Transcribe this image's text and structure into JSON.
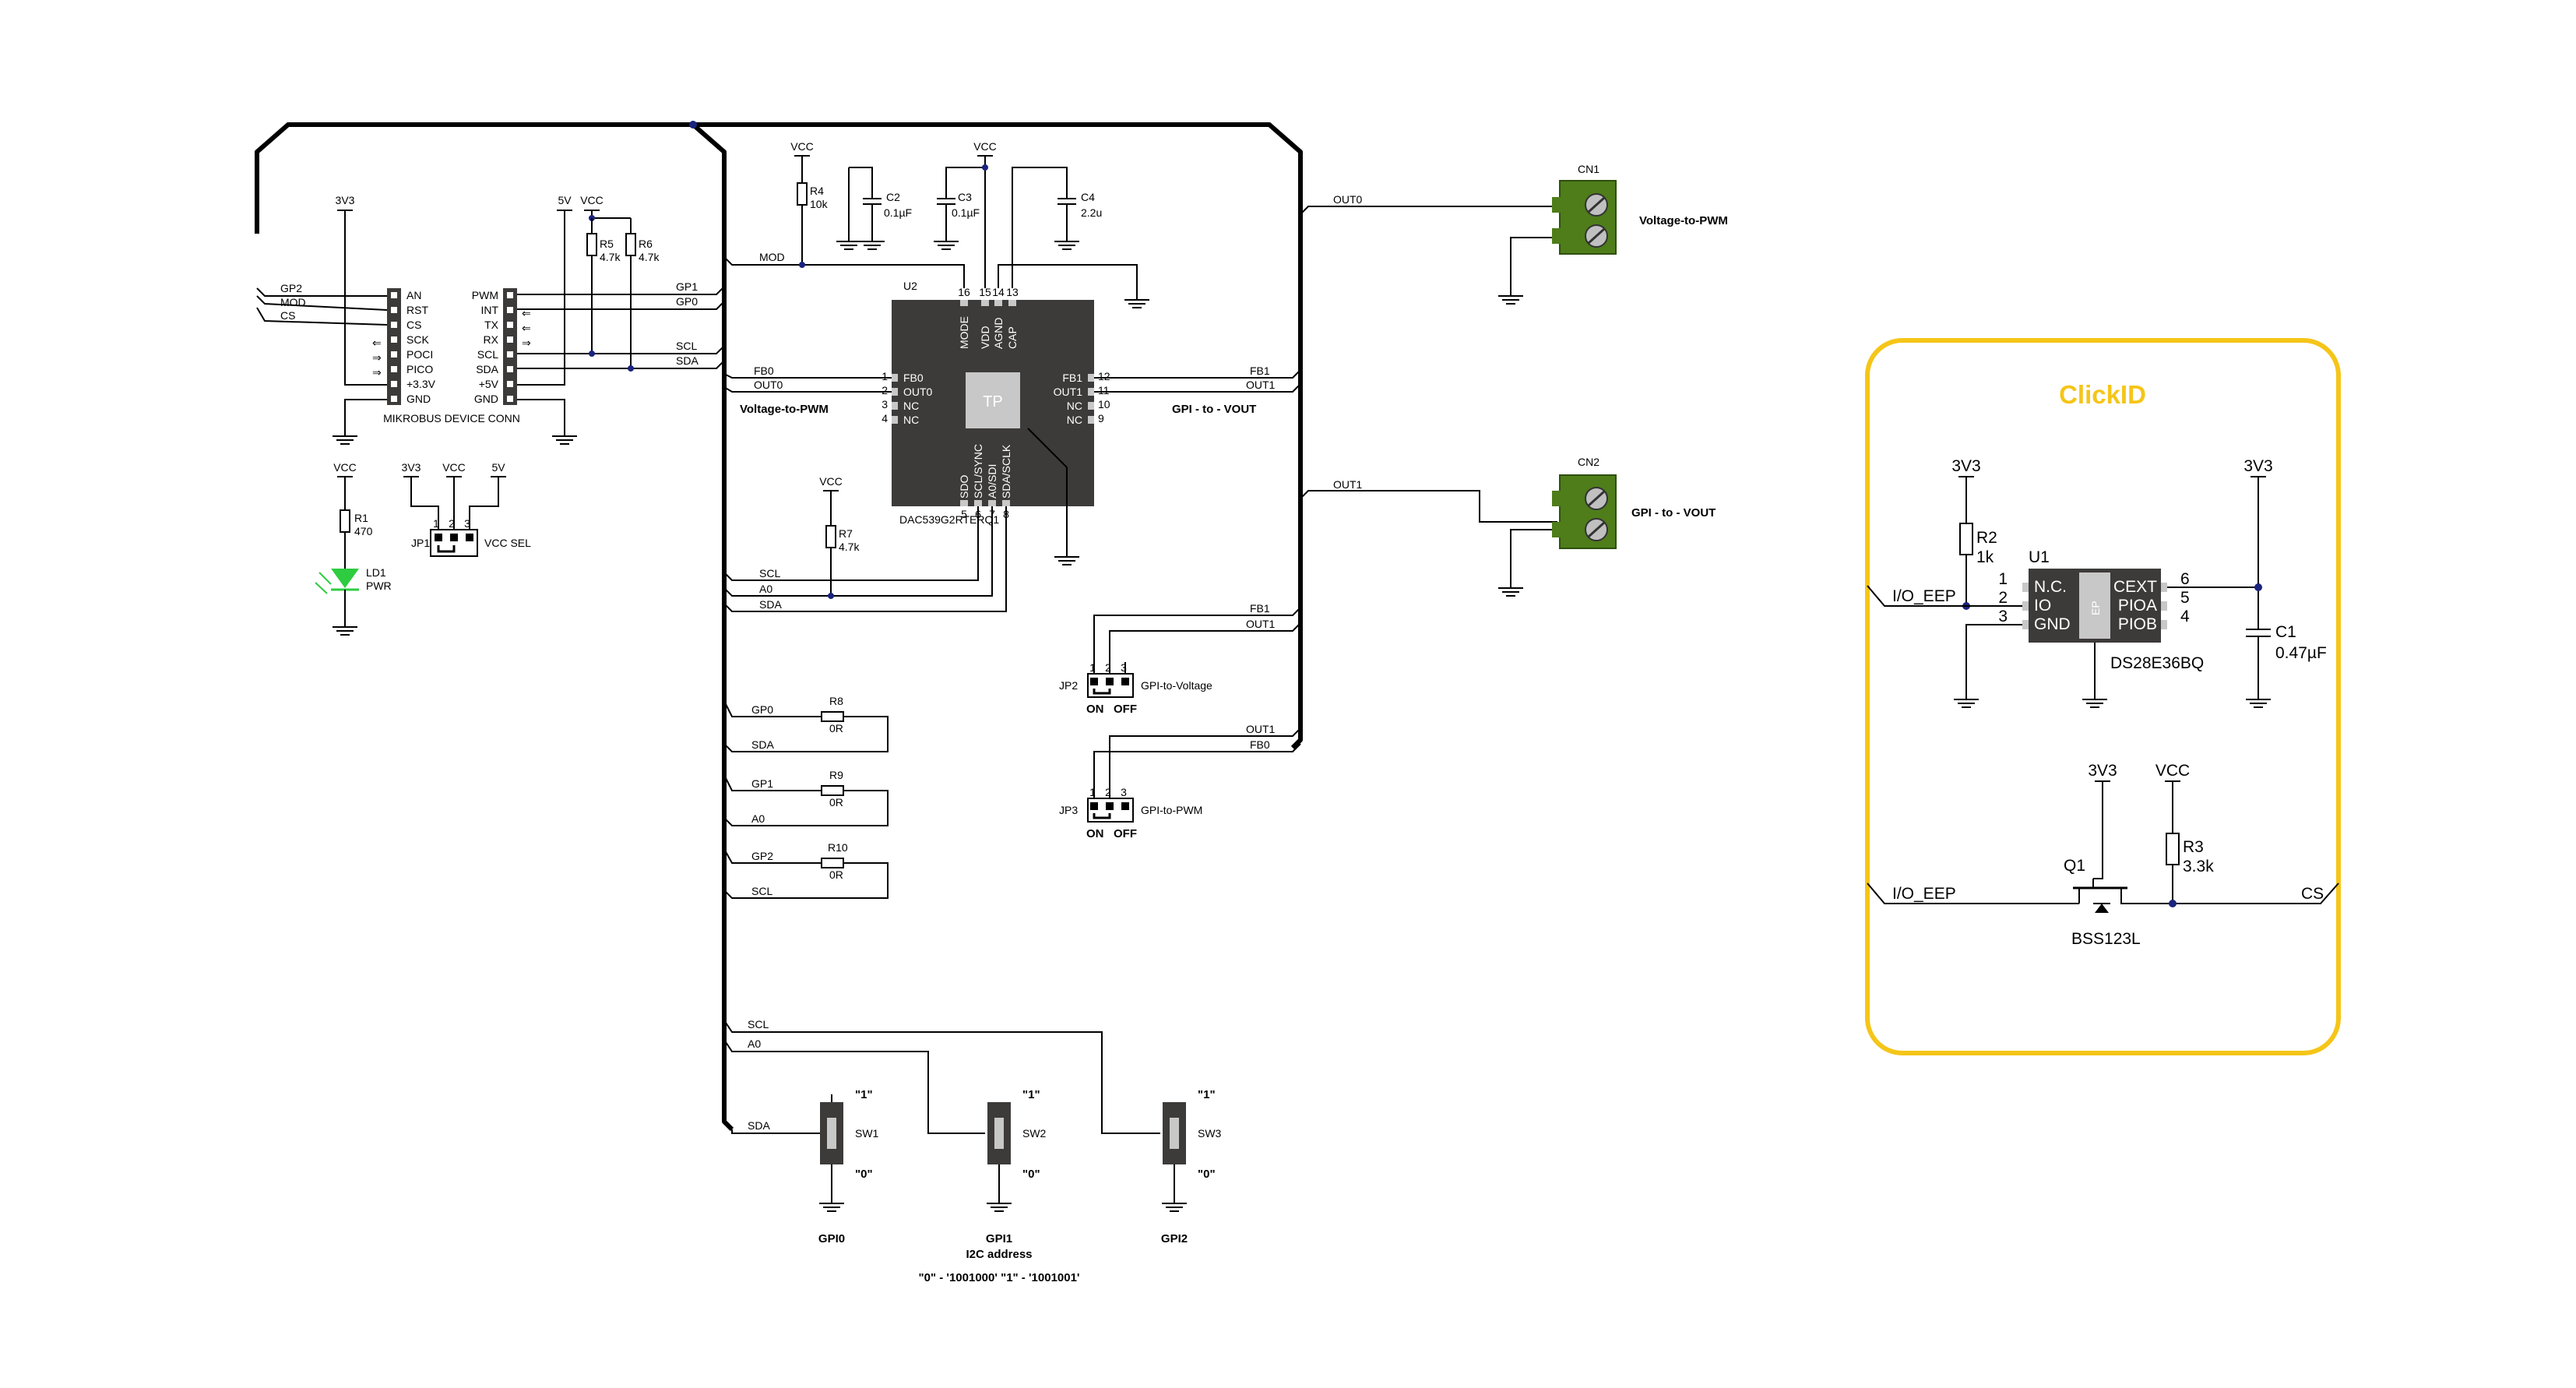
{
  "main": {
    "ic_u2": {
      "ref": "U2",
      "part": "DAC539G2RTERQ1",
      "tp": "TP",
      "left_pins": [
        {
          "num": "1",
          "name": "FB0"
        },
        {
          "num": "2",
          "name": "OUT0"
        },
        {
          "num": "3",
          "name": "NC"
        },
        {
          "num": "4",
          "name": "NC"
        }
      ],
      "right_pins": [
        {
          "num": "12",
          "name": "FB1"
        },
        {
          "num": "11",
          "name": "OUT1"
        },
        {
          "num": "10",
          "name": "NC"
        },
        {
          "num": "9",
          "name": "NC"
        }
      ],
      "top_pins": [
        {
          "num": "16",
          "name": "MODE"
        },
        {
          "num": "15",
          "name": "VDD"
        },
        {
          "num": "14",
          "name": "AGND"
        },
        {
          "num": "13",
          "name": "CAP"
        }
      ],
      "bottom_pins": [
        {
          "num": "5",
          "name": "SDO"
        },
        {
          "num": "6",
          "name": "SCL/SYNC"
        },
        {
          "num": "7",
          "name": "A0/SDI"
        },
        {
          "num": "8",
          "name": "SDA/SCLK"
        }
      ]
    },
    "mikrobus": {
      "title": "MIKROBUS DEVICE CONN",
      "left_labels": [
        "AN",
        "RST",
        "CS",
        "SCK",
        "POCI",
        "PICO",
        "+3.3V",
        "GND"
      ],
      "right_labels": [
        "PWM",
        "INT",
        "TX",
        "RX",
        "SCL",
        "SDA",
        "+5V",
        "GND"
      ],
      "left_nets": [
        "GP2",
        "MOD",
        "CS"
      ],
      "right_nets": [
        "GP1",
        "GP0",
        "SCL",
        "SDA"
      ]
    },
    "power": {
      "v3v3": "3V3",
      "v5": "5V",
      "vcc": "VCC"
    },
    "resistors": [
      {
        "ref": "R1",
        "value": "470"
      },
      {
        "ref": "R4",
        "value": "10k"
      },
      {
        "ref": "R5",
        "value": "4.7k"
      },
      {
        "ref": "R6",
        "value": "4.7k"
      },
      {
        "ref": "R7",
        "value": "4.7k"
      },
      {
        "ref": "R8",
        "value": "0R"
      },
      {
        "ref": "R9",
        "value": "0R"
      },
      {
        "ref": "R10",
        "value": "0R"
      }
    ],
    "caps": [
      {
        "ref": "C2",
        "value": "0.1µF"
      },
      {
        "ref": "C3",
        "value": "0.1µF"
      },
      {
        "ref": "C4",
        "value": "2.2u"
      }
    ],
    "led": {
      "ref": "LD1",
      "name": "PWR"
    },
    "jp1": {
      "ref": "JP1",
      "name": "VCC SEL",
      "pins": [
        "1",
        "2",
        "3"
      ]
    },
    "jp2": {
      "ref": "JP2",
      "name": "GPI-to-Voltage",
      "on": "ON",
      "off": "OFF",
      "pins": [
        "1",
        "2",
        "3"
      ]
    },
    "jp3": {
      "ref": "JP3",
      "name": "GPI-to-PWM",
      "on": "ON",
      "off": "OFF",
      "pins": [
        "1",
        "2",
        "3"
      ]
    },
    "cn1": {
      "ref": "CN1",
      "name": "Voltage-to-PWM"
    },
    "cn2": {
      "ref": "CN2",
      "name": "GPI - to - VOUT"
    },
    "nets": {
      "mod": "MOD",
      "out0": "OUT0",
      "out1": "OUT1",
      "fb0": "FB0",
      "fb1": "FB1",
      "scl": "SCL",
      "sda": "SDA",
      "a0": "A0",
      "gp0": "GP0",
      "gp1": "GP1",
      "gp2": "GP2"
    },
    "left_side_label": "Voltage-to-PWM",
    "right_side_label": "GPI - to - VOUT",
    "switches": [
      {
        "ref": "SW1",
        "one": "\"1\"",
        "zero": "\"0\"",
        "name": "GPI0"
      },
      {
        "ref": "SW2",
        "one": "\"1\"",
        "zero": "\"0\"",
        "name": "GPI1",
        "sub": "I2C address"
      },
      {
        "ref": "SW3",
        "one": "\"1\"",
        "zero": "\"0\"",
        "name": "GPI2"
      }
    ],
    "address_note": "\"0\" - '1001000'  \"1\" - '1001001'"
  },
  "clickid": {
    "title": "ClickID",
    "border_color": "#f5c518",
    "u1": {
      "ref": "U1",
      "part": "DS28E36BQ",
      "ep": "EP",
      "left_pins": [
        {
          "num": "1",
          "name": "N.C."
        },
        {
          "num": "2",
          "name": "IO"
        },
        {
          "num": "3",
          "name": "GND"
        }
      ],
      "right_pins": [
        {
          "num": "6",
          "name": "CEXT"
        },
        {
          "num": "5",
          "name": "PIOA"
        },
        {
          "num": "4",
          "name": "PIOB"
        }
      ]
    },
    "r2": {
      "ref": "R2",
      "value": "1k"
    },
    "r3": {
      "ref": "R3",
      "value": "3.3k"
    },
    "c1": {
      "ref": "C1",
      "value": "0.47µF"
    },
    "q1": {
      "ref": "Q1",
      "part": "BSS123L"
    },
    "net_ioeep": "I/O_EEP",
    "net_cs": "CS",
    "v3v3": "3V3",
    "vcc": "VCC"
  }
}
